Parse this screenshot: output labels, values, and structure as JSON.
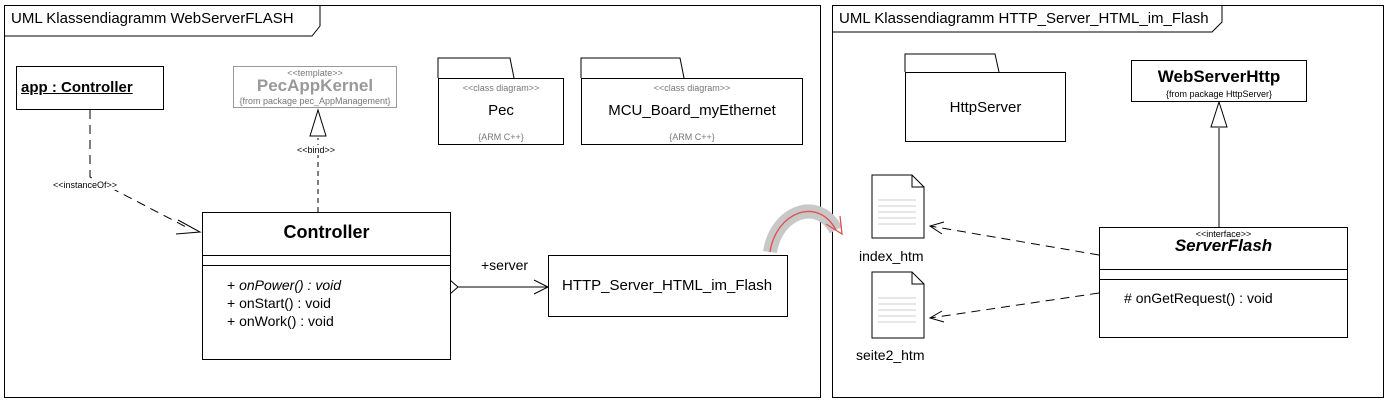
{
  "left_frame": {
    "title": "UML Klassendiagramm WebServerFLASH"
  },
  "right_frame": {
    "title": "UML Klassendiagramm HTTP_Server_HTML_im_Flash"
  },
  "app_controller": {
    "label": "app : Controller"
  },
  "pec_app_kernel": {
    "stereotype": "<<template>>",
    "name": "PecAppKernel",
    "origin": "{from package pec_AppManagement}"
  },
  "pec_package": {
    "stereotype": "<<class diagram>>",
    "name": "Pec",
    "note": "{ARM C++}"
  },
  "mcu_package": {
    "stereotype": "<<class diagram>>",
    "name": "MCU_Board_myEthernet",
    "note": "{ARM C++}"
  },
  "controller": {
    "name": "Controller",
    "methods": [
      {
        "vis": "+ ",
        "name": "onPower()",
        "type": " : void",
        "italic": true
      },
      {
        "vis": "+ ",
        "name": "onStart()",
        "type": " : void",
        "italic": false
      },
      {
        "vis": "+ ",
        "name": "onWork()",
        "type": " : void",
        "italic": false
      }
    ]
  },
  "relations": {
    "instance_of": "<<instanceOf>>",
    "bind": "<<bind>>",
    "server_role": "+server"
  },
  "http_server_component": {
    "name": "HTTP_Server_HTML_im_Flash"
  },
  "http_server_package": {
    "name": "HttpServer"
  },
  "web_server_http": {
    "name": "WebServerHttp",
    "origin": "{from package HttpServer}"
  },
  "server_flash": {
    "stereotype": "<<interface>>",
    "name": "ServerFlash",
    "methods": [
      {
        "vis": "# ",
        "name": "onGetRequest()",
        "type": " : void"
      }
    ]
  },
  "documents": [
    {
      "name": "index_htm"
    },
    {
      "name": "seite2_htm"
    }
  ],
  "colors": {
    "link_arrow": "#e05050",
    "link_arrow_fill": "#c8c8c8",
    "kernel_border": "#999999"
  }
}
